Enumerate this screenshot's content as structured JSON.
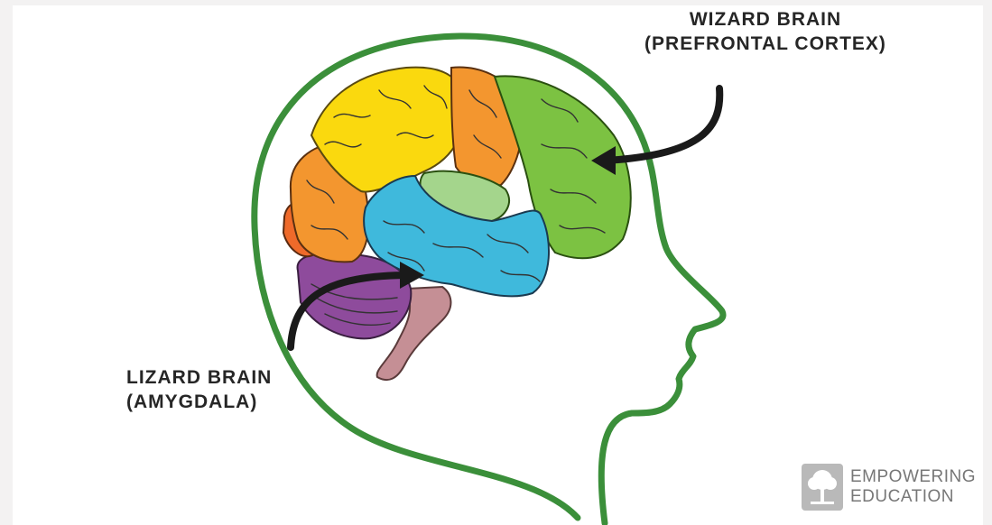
{
  "labels": {
    "wizard": {
      "line1": "WIZARD BRAIN",
      "line2": "(PREFRONTAL CORTEX)"
    },
    "lizard": {
      "line1": "LIZARD BRAIN",
      "line2": "(AMYGDALA)"
    }
  },
  "logo": {
    "line1": "EMPOWERING",
    "line2": "EDUCATION",
    "color": "#b9b9b9"
  },
  "colors": {
    "head_outline": "#3b8f3a",
    "frontal_lobe": "#7cc242",
    "parietal_lobe": "#fad90e",
    "occipital_lobe": "#f3962f",
    "occipital_tip": "#ef6a2a",
    "temporal_lobe": "#3fb9dc",
    "motor_strip": "#a4d58c",
    "cerebellum": "#8e4b9c",
    "brainstem": "#c58f95",
    "arrow": "#1a1a1a",
    "background": "#f3f2f2"
  }
}
